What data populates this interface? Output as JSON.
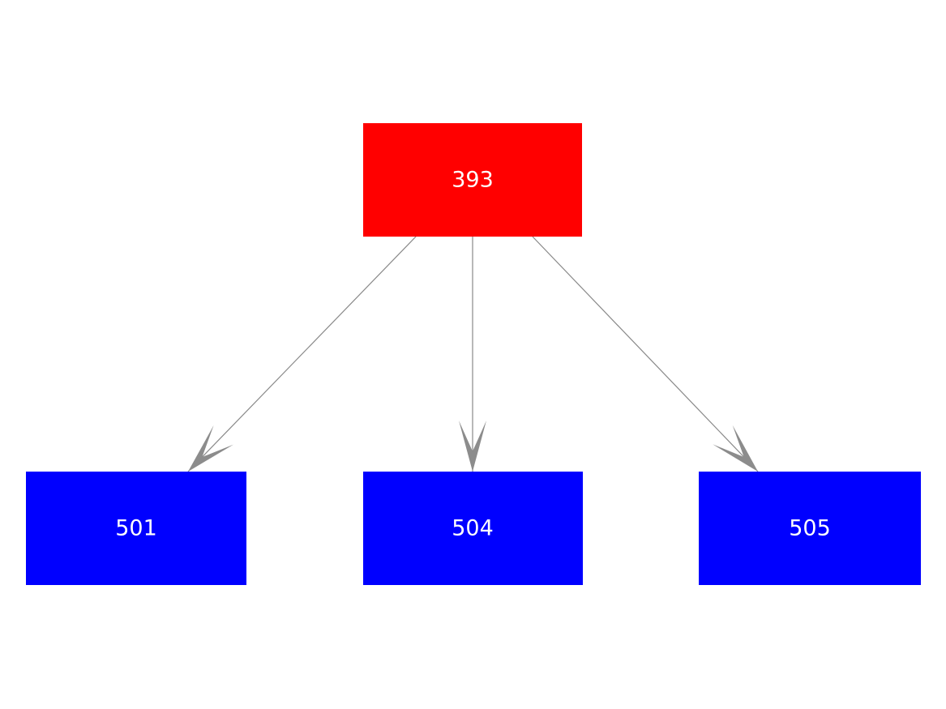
{
  "diagram": {
    "type": "directed-graph",
    "background": "#ffffff",
    "nodes": [
      {
        "id": "393",
        "label": "393",
        "fill": "#ff0000",
        "text_color": "#ffffff",
        "role": "root"
      },
      {
        "id": "501",
        "label": "501",
        "fill": "#0000ff",
        "text_color": "#ffffff",
        "role": "child"
      },
      {
        "id": "504",
        "label": "504",
        "fill": "#0000ff",
        "text_color": "#ffffff",
        "role": "child"
      },
      {
        "id": "505",
        "label": "505",
        "fill": "#0000ff",
        "text_color": "#ffffff",
        "role": "child"
      }
    ],
    "edges": [
      {
        "from": "393",
        "to": "501"
      },
      {
        "from": "393",
        "to": "504"
      },
      {
        "from": "393",
        "to": "505"
      }
    ],
    "colors": {
      "edge": "#888888",
      "arrowhead": "#8c8c8c"
    }
  }
}
